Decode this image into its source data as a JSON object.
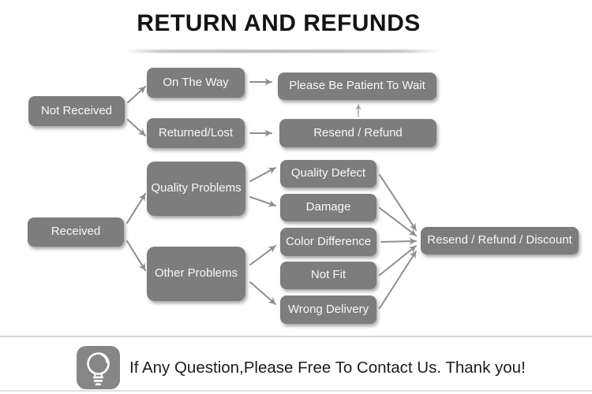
{
  "title": "RETURN AND REFUNDS",
  "flow": {
    "not_received": "Not Received",
    "on_the_way": "On The Way",
    "returned_lost": "Returned/Lost",
    "please_wait": "Please Be Patient To Wait",
    "resend_refund": "Resend / Refund",
    "received": "Received",
    "quality_problems": "Quality Problems",
    "other_problems": "Other Problems",
    "quality_defect": "Quality Defect",
    "damage": "Damage",
    "color_difference": "Color Difference",
    "not_fit": "Not Fit",
    "wrong_delivery": "Wrong Delivery",
    "resend_refund_discount": "Resend / Refund / Discount"
  },
  "footer": {
    "message": "If Any Question,Please Free To Contact Us. Thank you!",
    "icon": "light-bulb-icon"
  },
  "colors": {
    "node_fill": "#7d7d7d",
    "node_text": "#f8f8f8",
    "arrow": "#8e8e8e",
    "title_text": "#141414",
    "divider_top": "#d8d8d8",
    "divider_bottom": "#e2e2e2",
    "badge_fill": "#868686"
  }
}
